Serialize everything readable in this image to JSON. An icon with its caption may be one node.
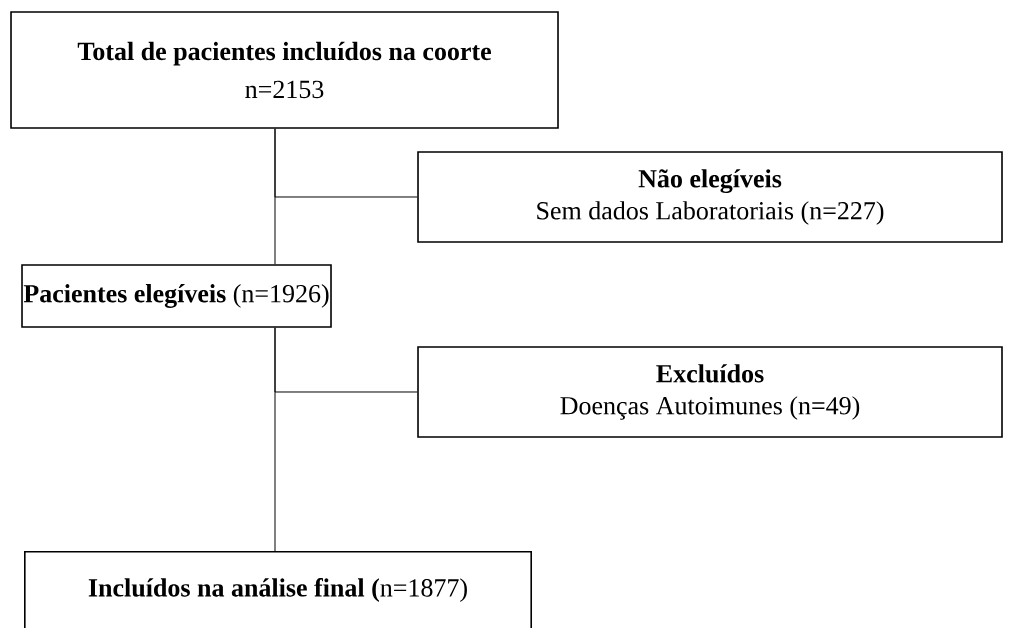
{
  "diagram": {
    "nodes": [
      {
        "text": [
          "Total de pacientes incluídos na coorte",
          "n=2153"
        ]
      },
      {
        "text": [
          "Não elegíveis",
          "Sem dados Laboratoriais (n=227)"
        ]
      },
      {
        "text": [
          "**Pacientes elegíveis** (n=1926)"
        ]
      },
      {
        "text": [
          "Excluídos",
          "Doenças Autoimunes (n=49)"
        ]
      },
      {
        "text": [
          "**Incluídos na análise final (**n=1877)"
        ]
      }
    ],
    "edges": [
      {
        "from": 0,
        "to": 2,
        "arrow": "none"
      },
      {
        "from": 0,
        "to": 1,
        "arrow": "none"
      },
      {
        "from": 2,
        "to": 4,
        "arrow": "none"
      },
      {
        "from": 2,
        "to": 3,
        "arrow": "none"
      }
    ]
  }
}
